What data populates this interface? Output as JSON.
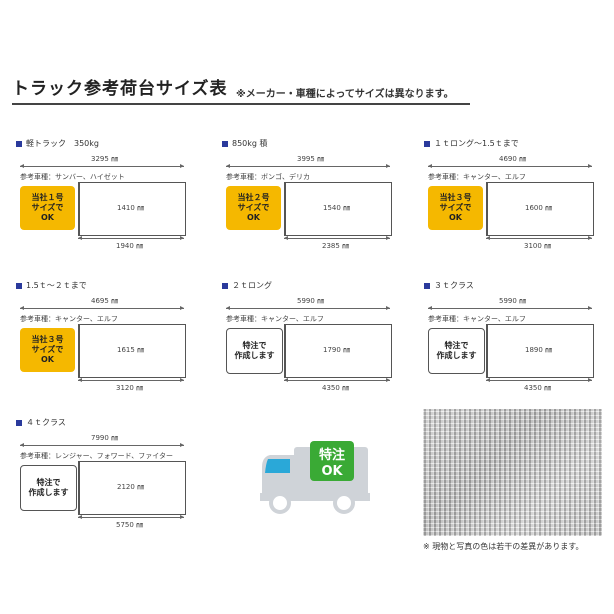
{
  "header": {
    "title": "トラック参考荷台サイズ表",
    "note": "※メーカー・車種によってサイズは異なります。"
  },
  "labels": {
    "ref_prefix": "参考車種：",
    "unit": "㎜"
  },
  "cards": [
    {
      "name": "軽トラック　350kg",
      "top_len": "3295",
      "vehicles": "サンバー、ハイゼット",
      "width": "1410",
      "bottom_len": "1940",
      "badge": [
        "当社１号",
        "サイズで",
        "OK"
      ],
      "badge_style": "yellow"
    },
    {
      "name": "850kg 積",
      "top_len": "3995",
      "vehicles": "ボンゴ、デリカ",
      "width": "1540",
      "bottom_len": "2385",
      "badge": [
        "当社２号",
        "サイズで",
        "OK"
      ],
      "badge_style": "yellow"
    },
    {
      "name": "１ｔロング～1.5ｔまで",
      "top_len": "4690",
      "vehicles": "キャンター、エルフ",
      "width": "1600",
      "bottom_len": "3100",
      "badge": [
        "当社３号",
        "サイズで",
        "OK"
      ],
      "badge_style": "yellow"
    },
    {
      "name": "1.5ｔ～２ｔまで",
      "top_len": "4695",
      "vehicles": "キャンター、エルフ",
      "width": "1615",
      "bottom_len": "3120",
      "badge": [
        "当社３号",
        "サイズで",
        "OK"
      ],
      "badge_style": "yellow"
    },
    {
      "name": "２ｔロング",
      "top_len": "5990",
      "vehicles": "キャンター、エルフ",
      "width": "1790",
      "bottom_len": "4350",
      "badge": [
        "特注で",
        "作成します"
      ],
      "badge_style": "white"
    },
    {
      "name": "３ｔクラス",
      "top_len": "5990",
      "vehicles": "キャンター、エルフ",
      "width": "1890",
      "bottom_len": "4350",
      "badge": [
        "特注で",
        "作成します"
      ],
      "badge_style": "white"
    },
    {
      "name": "４ｔクラス",
      "top_len": "7990",
      "vehicles": "レンジャー、フォワード、ファイター",
      "width": "2120",
      "bottom_len": "5750",
      "badge": [
        "特注で",
        "作成します"
      ],
      "badge_style": "white"
    }
  ],
  "truck_sign": {
    "line1": "特注",
    "line2": "OK"
  },
  "photo_note": "※ 現物と写真の色は若干の差異があります。",
  "colors": {
    "accent": "#2a3a9c",
    "badge_yellow": "#f5b800",
    "truck_green": "#3aaa35",
    "truck_gray": "#cfd3d8",
    "truck_window": "#2aa8d8"
  }
}
